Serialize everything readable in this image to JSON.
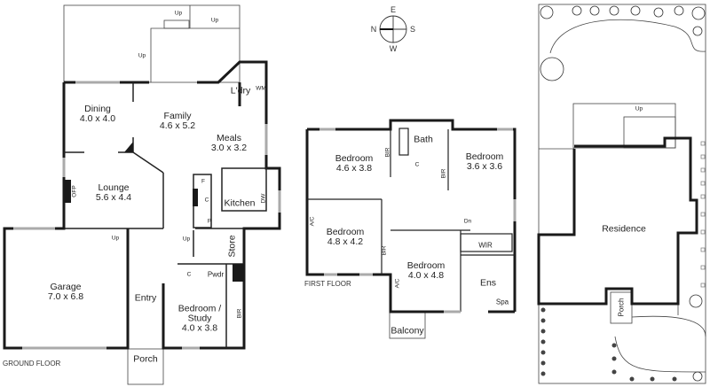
{
  "ground_floor": {
    "title": "GROUND FLOOR",
    "rooms": [
      {
        "name": "Dining",
        "size": "4.0 x 4.0"
      },
      {
        "name": "Family",
        "size": "4.6 x 5.2"
      },
      {
        "name": "Meals",
        "size": "3.0 x 3.2"
      },
      {
        "name": "L'dry",
        "size": ""
      },
      {
        "name": "Lounge",
        "size": "5.6 x 4.4"
      },
      {
        "name": "Kitchen",
        "size": ""
      },
      {
        "name": "Garage",
        "size": "7.0 x 6.8"
      },
      {
        "name": "Entry",
        "size": ""
      },
      {
        "name": "Bedroom / Study",
        "size": "4.0 x 3.8"
      },
      {
        "name": "Porch",
        "size": ""
      },
      {
        "name": "Store",
        "size": ""
      },
      {
        "name": "Pwdr",
        "size": ""
      }
    ],
    "annotations": {
      "ofp": "OFP",
      "wm": "WM",
      "dw": "DW",
      "bir": "BIR",
      "f": "F",
      "c": "C",
      "p": "P",
      "up": "Up"
    }
  },
  "first_floor": {
    "title": "FIRST FLOOR",
    "rooms": [
      {
        "name": "Bedroom",
        "size": "4.6 x 3.8"
      },
      {
        "name": "Bath",
        "size": ""
      },
      {
        "name": "Bedroom",
        "size": "3.6 x 3.6"
      },
      {
        "name": "Bedroom",
        "size": "4.8 x 4.2"
      },
      {
        "name": "Bedroom",
        "size": "4.0 x 4.8"
      },
      {
        "name": "WIR",
        "size": ""
      },
      {
        "name": "Ens",
        "size": ""
      },
      {
        "name": "Spa",
        "size": ""
      },
      {
        "name": "Balcony",
        "size": ""
      }
    ],
    "annotations": {
      "bir": "BIR",
      "ac": "A/C",
      "c": "C",
      "dn": "Dn"
    }
  },
  "compass": {
    "n": "N",
    "e": "E",
    "s": "S",
    "w": "W"
  },
  "site_plan": {
    "residence": "Residence",
    "porch": "Porch",
    "up": "Up"
  }
}
